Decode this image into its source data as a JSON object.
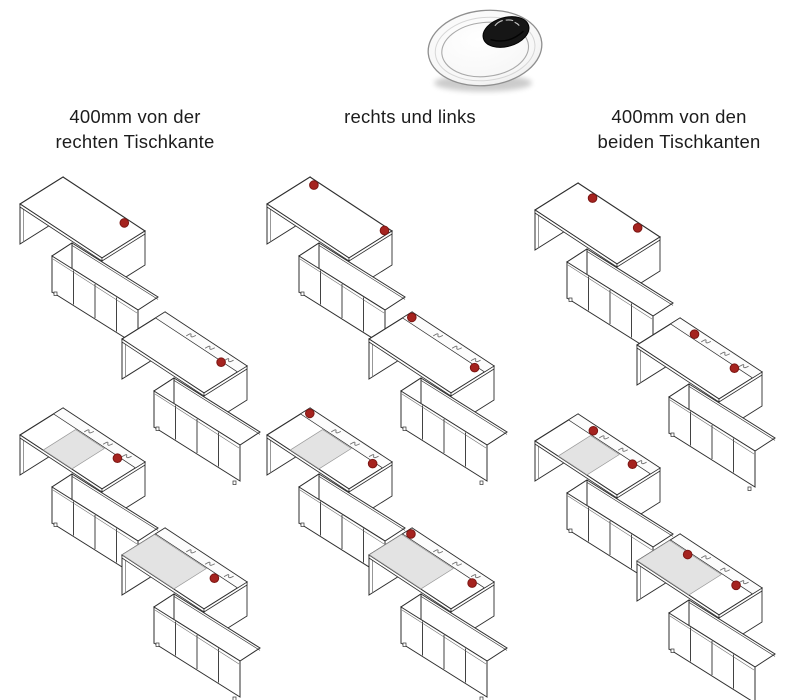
{
  "page_type": "desk grommet position options diagram",
  "colors": {
    "dot": "#a5231f",
    "dot_stroke": "#7c1613",
    "line": "#2e2e2e",
    "thin_line": "#6b6b6b",
    "pad_fill": "#e3e3e3",
    "pad_stroke": "#9a9a9a",
    "strip_fill": "#fcfcfc",
    "text": "#1c1c1c",
    "grommet_black": "#161616"
  },
  "grommet_image": {
    "name": "cable-grommet-photo",
    "shape": "round white grommet with black cable brush insert at upper right"
  },
  "desk_variants": {
    "plain": {
      "tray": false,
      "pad": null
    },
    "tray": {
      "tray": true,
      "pad": null
    },
    "tray-small-pad": {
      "tray": true,
      "pad": [
        0.28,
        0.63
      ]
    },
    "tray-large-pad": {
      "tray": true,
      "pad": [
        0.0,
        0.63
      ]
    }
  },
  "tray_glyph_positions": [
    0.38,
    0.61,
    0.84
  ],
  "columns": [
    {
      "header": {
        "lines": [
          "400mm von der",
          "rechten Tischkante"
        ]
      },
      "figures": [
        {
          "variant": "plain",
          "dots": [
            {
              "a": 0.8,
              "b": 0.1
            }
          ]
        },
        {
          "variant": "tray",
          "dots": [
            {
              "a": 0.81,
              "b": 0.24
            }
          ]
        },
        {
          "variant": "tray-small-pad",
          "dots": [
            {
              "a": 0.8,
              "b": 0.26
            }
          ]
        },
        {
          "variant": "tray-large-pad",
          "dots": [
            {
              "a": 0.77,
              "b": 0.32
            }
          ]
        }
      ]
    },
    {
      "header": {
        "lines": [
          "rechts und links"
        ]
      },
      "figures": [
        {
          "variant": "plain",
          "dots": [
            {
              "a": 0.1,
              "b": 0.1
            },
            {
              "a": 0.95,
              "b": 0.08
            }
          ]
        },
        {
          "variant": "tray",
          "dots": [
            {
              "a": 0.05,
              "b": 0.1
            },
            {
              "a": 0.9,
              "b": 0.26
            }
          ]
        },
        {
          "variant": "tray-small-pad",
          "dots": [
            {
              "a": 0.05,
              "b": 0.1
            },
            {
              "a": 0.9,
              "b": 0.26
            }
          ]
        },
        {
          "variant": "tray-large-pad",
          "dots": [
            {
              "a": 0.05,
              "b": 0.12
            },
            {
              "a": 0.88,
              "b": 0.28
            }
          ]
        }
      ]
    },
    {
      "header": {
        "lines": [
          "400mm von den",
          "beiden Tischkanten"
        ]
      },
      "figures": [
        {
          "variant": "plain",
          "dots": [
            {
              "a": 0.23,
              "b": 0.1
            },
            {
              "a": 0.78,
              "b": 0.1
            }
          ]
        },
        {
          "variant": "tray",
          "dots": [
            {
              "a": 0.24,
              "b": 0.12
            },
            {
              "a": 0.8,
              "b": 0.26
            }
          ]
        },
        {
          "variant": "tray-small-pad",
          "dots": [
            {
              "a": 0.25,
              "b": 0.12
            },
            {
              "a": 0.8,
              "b": 0.26
            }
          ]
        },
        {
          "variant": "tray-large-pad",
          "dots": [
            {
              "a": 0.24,
              "b": 0.28
            },
            {
              "a": 0.82,
              "b": 0.26
            }
          ]
        }
      ]
    }
  ]
}
